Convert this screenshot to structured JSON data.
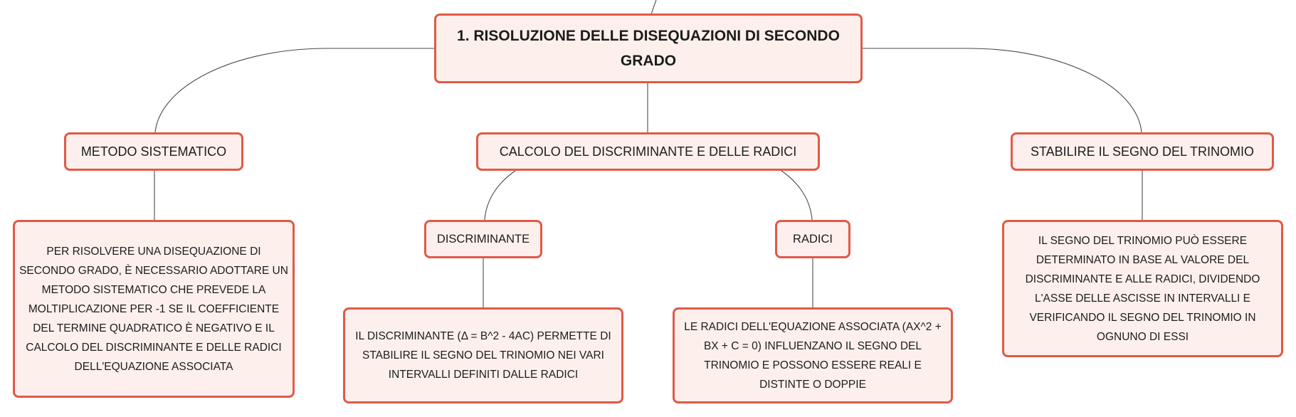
{
  "map": {
    "root": {
      "label": "1. RISOLUZIONE DELLE DISEQUAZIONI DI SECONDO GRADO"
    },
    "topics": {
      "metodo": {
        "label": "METODO SISTEMATICO",
        "detail": "PER RISOLVERE UNA DISEQUAZIONE DI SECONDO GRADO, È NECESSARIO ADOTTARE UN METODO SISTEMATICO CHE PREVEDE LA MOLTIPLICAZIONE PER -1 SE IL COEFFICIENTE DEL TERMINE QUADRATICO È NEGATIVO E IL CALCOLO DEL DISCRIMINANTE E DELLE RADICI DELL'EQUAZIONE ASSOCIATA"
      },
      "calcolo": {
        "label": "CALCOLO DEL DISCRIMINANTE E DELLE RADICI",
        "discriminante": {
          "label": "DISCRIMINANTE",
          "detail": "IL DISCRIMINANTE (Δ = B^2 - 4AC) PERMETTE DI STABILIRE IL SEGNO DEL TRINOMIO NEI VARI INTERVALLI DEFINITI DALLE RADICI"
        },
        "radici": {
          "label": "RADICI",
          "detail": "LE RADICI DELL'EQUAZIONE ASSOCIATA (AX^2 + BX + C = 0) INFLUENZANO IL SEGNO DEL TRINOMIO E POSSONO ESSERE REALI E DISTINTE O DOPPIE"
        }
      },
      "segno": {
        "label": "STABILIRE IL SEGNO DEL TRINOMIO",
        "detail": "IL SEGNO DEL TRINOMIO PUÒ ESSERE DETERMINATO IN BASE AL VALORE DEL DISCRIMINANTE E ALLE RADICI, DIVIDENDO L'ASSE DELLE ASCISSE IN INTERVALLI E VERIFICANDO IL SEGNO DEL TRINOMIO IN OGNUNO DI ESSI"
      }
    }
  },
  "colors": {
    "node_border": "#e05a47",
    "node_fill": "#fdf0ec",
    "connector": "#4a4a4a"
  }
}
